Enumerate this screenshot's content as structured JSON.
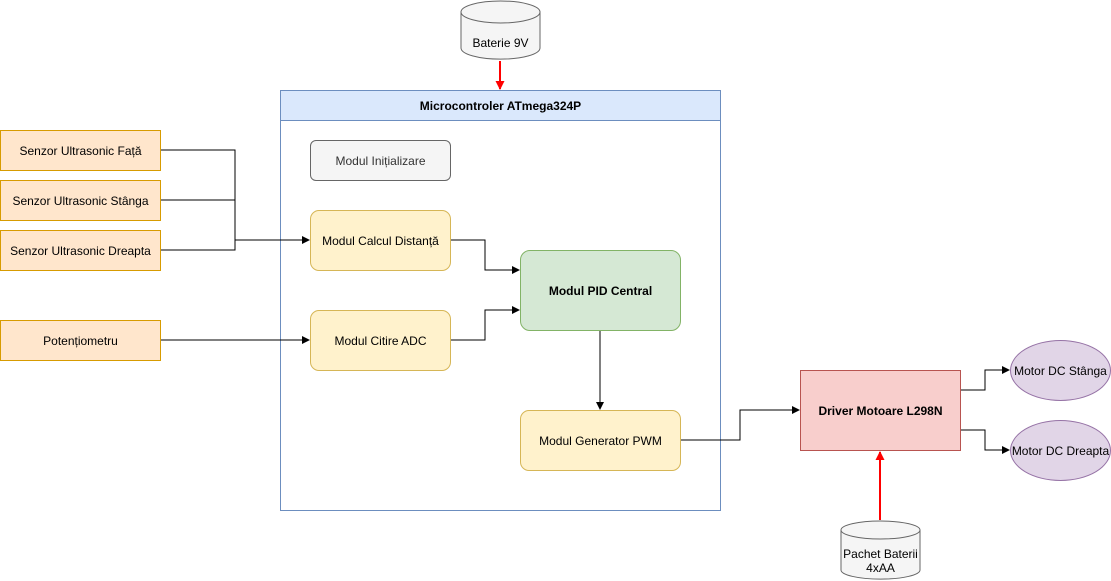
{
  "power": {
    "main_battery": "Baterie 9V",
    "motor_battery_line1": "Pachet Baterii",
    "motor_battery_line2": "4xAA"
  },
  "microcontroller": {
    "title": "Microcontroler ATmega324P",
    "modules": {
      "init": "Modul Inițializare",
      "distance": "Modul Calcul Distanță",
      "adc": "Modul Citire ADC",
      "pid": "Modul PID Central",
      "pwm": "Modul Generator PWM"
    }
  },
  "sensors": {
    "front": "Senzor Ultrasonic Față",
    "left": "Senzor Ultrasonic Stânga",
    "right": "Senzor Ultrasonic Dreapta",
    "potentiometer": "Potențiometru"
  },
  "driver": {
    "label": "Driver Motoare L298N"
  },
  "motors": {
    "left": "Motor DC Stânga",
    "right": "Motor DC Dreapta"
  },
  "colors": {
    "power_arrow": "#ff0000",
    "signal_arrow": "#000000"
  }
}
